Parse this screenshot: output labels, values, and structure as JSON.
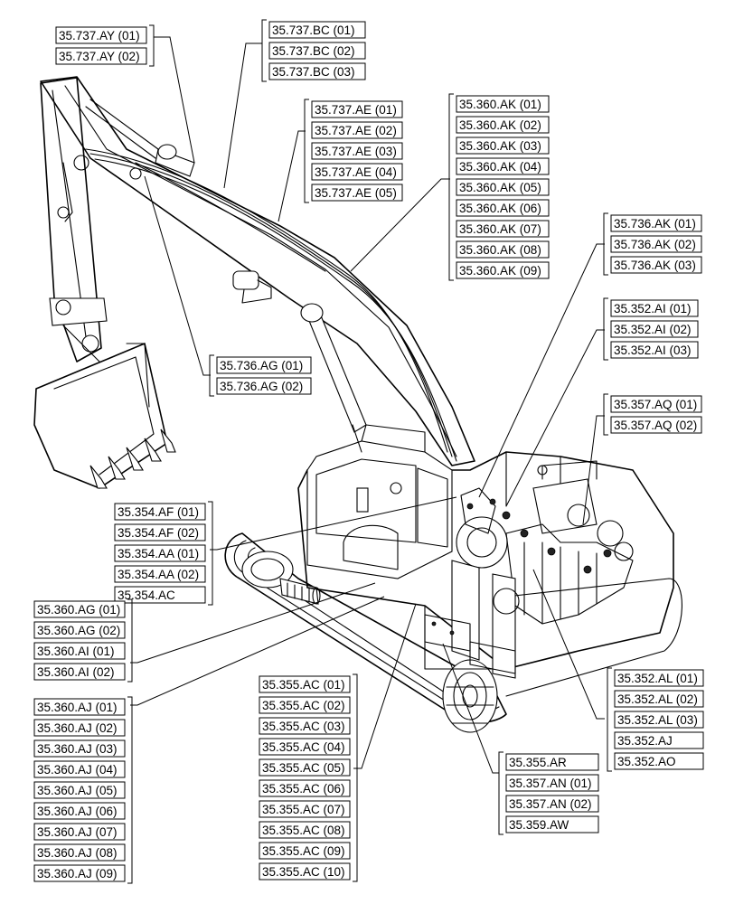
{
  "groups": [
    {
      "name": "callout-group-37-737-ay",
      "labels": [
        "35.737.AY (01)",
        "35.737.AY (02)"
      ]
    },
    {
      "name": "callout-group-37-737-bc",
      "labels": [
        "35.737.BC (01)",
        "35.737.BC (02)",
        "35.737.BC (03)"
      ]
    },
    {
      "name": "callout-group-37-737-ae",
      "labels": [
        "35.737.AE (01)",
        "35.737.AE (02)",
        "35.737.AE (03)",
        "35.737.AE (04)",
        "35.737.AE (05)"
      ]
    },
    {
      "name": "callout-group-35-360-ak",
      "labels": [
        "35.360.AK (01)",
        "35.360.AK (02)",
        "35.360.AK (03)",
        "35.360.AK (04)",
        "35.360.AK (05)",
        "35.360.AK (06)",
        "35.360.AK (07)",
        "35.360.AK (08)",
        "35.360.AK (09)"
      ]
    },
    {
      "name": "callout-group-35-736-ak",
      "labels": [
        "35.736.AK (01)",
        "35.736.AK (02)",
        "35.736.AK (03)"
      ]
    },
    {
      "name": "callout-group-35-352-ai",
      "labels": [
        "35.352.AI (01)",
        "35.352.AI (02)",
        "35.352.AI (03)"
      ]
    },
    {
      "name": "callout-group-35-357-aq",
      "labels": [
        "35.357.AQ (01)",
        "35.357.AQ (02)"
      ]
    },
    {
      "name": "callout-group-35-736-ag",
      "labels": [
        "35.736.AG (01)",
        "35.736.AG (02)"
      ]
    },
    {
      "name": "callout-group-35-354",
      "labels": [
        "35.354.AF (01)",
        "35.354.AF (02)",
        "35.354.AA (01)",
        "35.354.AA (02)",
        "35.354.AC"
      ]
    },
    {
      "name": "callout-group-35-360-ag-ai",
      "labels": [
        "35.360.AG (01)",
        "35.360.AG (02)",
        "35.360.AI (01)",
        "35.360.AI (02)"
      ]
    },
    {
      "name": "callout-group-35-360-aj",
      "labels": [
        "35.360.AJ (01)",
        "35.360.AJ (02)",
        "35.360.AJ (03)",
        "35.360.AJ (04)",
        "35.360.AJ (05)",
        "35.360.AJ (06)",
        "35.360.AJ (07)",
        "35.360.AJ (08)",
        "35.360.AJ (09)"
      ]
    },
    {
      "name": "callout-group-35-355-ac",
      "labels": [
        "35.355.AC (01)",
        "35.355.AC (02)",
        "35.355.AC (03)",
        "35.355.AC (04)",
        "35.355.AC (05)",
        "35.355.AC (06)",
        "35.355.AC (07)",
        "35.355.AC (08)",
        "35.355.AC (09)",
        "35.355.AC (10)"
      ]
    },
    {
      "name": "callout-group-35-352-al",
      "labels": [
        "35.352.AL (01)",
        "35.352.AL (02)",
        "35.352.AL (03)",
        "35.352.AJ",
        "35.352.AO"
      ]
    },
    {
      "name": "callout-group-35-355-ar",
      "labels": [
        "35.355.AR",
        "35.357.AN (01)",
        "35.357.AN (02)",
        "35.359.AW"
      ]
    }
  ]
}
